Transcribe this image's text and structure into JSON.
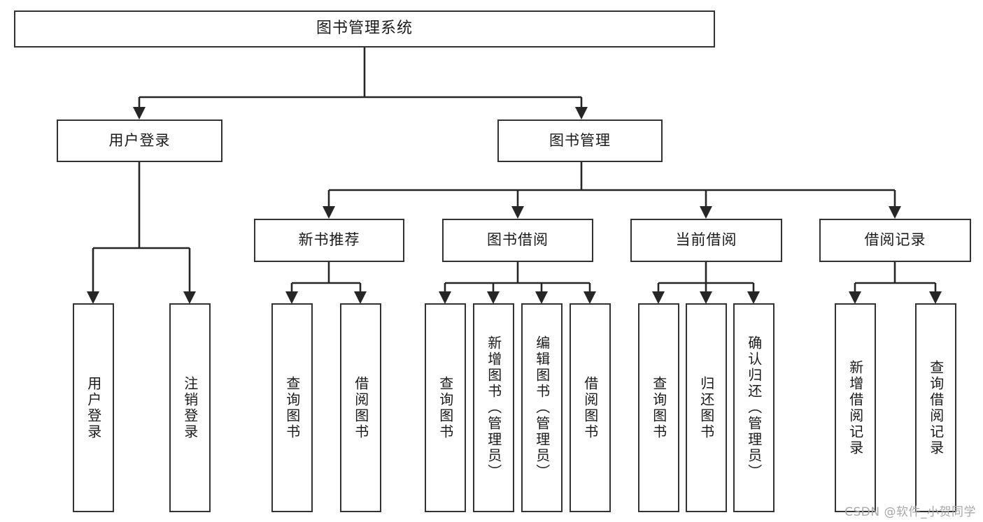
{
  "diagram": {
    "title": "图书管理系统",
    "type": "hierarchy-tree",
    "watermark": "CSDN @软件_小贺同学",
    "colors": {
      "box_border": "#333333",
      "box_fill": "#ffffff",
      "connector": "#262626",
      "text": "#1a1a1a",
      "watermark": "#a8a8a8",
      "background": "#ffffff"
    },
    "levels": {
      "root": {
        "label": "图书管理系统"
      },
      "level2": [
        {
          "label": "用户登录"
        },
        {
          "label": "图书管理"
        }
      ],
      "level3": [
        {
          "label": "新书推荐"
        },
        {
          "label": "图书借阅"
        },
        {
          "label": "当前借阅"
        },
        {
          "label": "借阅记录"
        }
      ],
      "leaves": {
        "user_login": [
          {
            "label": "用户登录"
          },
          {
            "label": "注销登录"
          }
        ],
        "new_book_recommend": [
          {
            "label": "查询图书"
          },
          {
            "label": "借阅图书"
          }
        ],
        "book_borrow": [
          {
            "label": "查询图书"
          },
          {
            "label": "新增图书（管理员）"
          },
          {
            "label": "编辑图书（管理员）"
          },
          {
            "label": "借阅图书"
          }
        ],
        "current_borrow": [
          {
            "label": "查询图书"
          },
          {
            "label": "归还图书"
          },
          {
            "label": "确认归还（管理员）"
          }
        ],
        "borrow_record": [
          {
            "label": "新增借阅记录"
          },
          {
            "label": "查询借阅记录"
          }
        ]
      }
    }
  }
}
